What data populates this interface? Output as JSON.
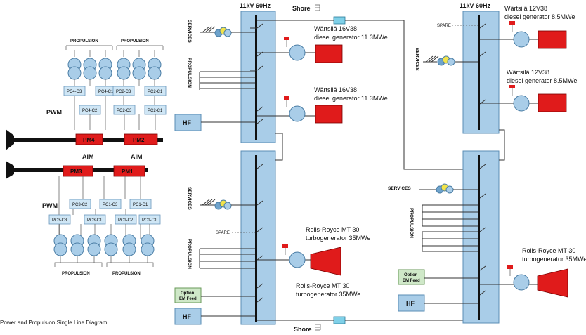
{
  "caption": "Power and Propulsion Single Line Diagram",
  "left_drive": {
    "propulsion_top": [
      "PROPULSION",
      "PROPULSION"
    ],
    "propulsion_bottom": [
      "PROPULSION",
      "PROPULSION"
    ],
    "pwm_upper": "PWM",
    "pwm_lower": "PWM",
    "aim_left": "AIM",
    "aim_right": "AIM",
    "motors": [
      "PM4",
      "PM2",
      "PM3",
      "PM1"
    ],
    "converters_top_row1": [
      "PC4-C3",
      "PC4-C1",
      "PC2-C3",
      "PC2-C1"
    ],
    "converters_top_row2": [
      "PC4-C2",
      "PC2-C3",
      "PC2-C1"
    ],
    "converters_bottom_row1": [
      "PC3-C2",
      "PC1-C3",
      "PC1-C1"
    ],
    "converters_bottom_row2": [
      "PC3-C3",
      "PC3-C1",
      "PC1-C2",
      "PC1-C1"
    ]
  },
  "switchboards": {
    "left_voltage": "11kV 60Hz",
    "right_voltage": "11kV 60Hz"
  },
  "labels": {
    "services": "SERVICES",
    "propulsion": "PROPULSION",
    "spare": "SPARE",
    "shore": "Shore",
    "hf": "HF",
    "option_line1": "Option",
    "option_line2": "EM Feed"
  },
  "generators": {
    "g1": [
      "Wärtsilä 16V38",
      "diesel generator 11.3MWe"
    ],
    "g2": [
      "Wärtsilä 16V38",
      "diesel generator 11.3MWe"
    ],
    "g3": [
      "Wärtsilä 12V38",
      "diesel generator 8.5MWe"
    ],
    "g4": [
      "Wärtsilä 12V38",
      "diesel generator 8.5MWe"
    ],
    "t1": [
      "Rolls-Royce MT 30",
      "turbogenerator 35MWe"
    ],
    "t2": [
      "Rolls-Royce MT 30",
      "turbogenerator 35MWe"
    ],
    "t3": [
      "Rolls-Royce MT 30",
      "turbogenerator 35MWe"
    ]
  },
  "colors": {
    "switchgear": "#a9cde8",
    "machine_red": "#e01b1b",
    "option_green": "#cfe8c8",
    "shore_box": "#7fd0e8"
  }
}
